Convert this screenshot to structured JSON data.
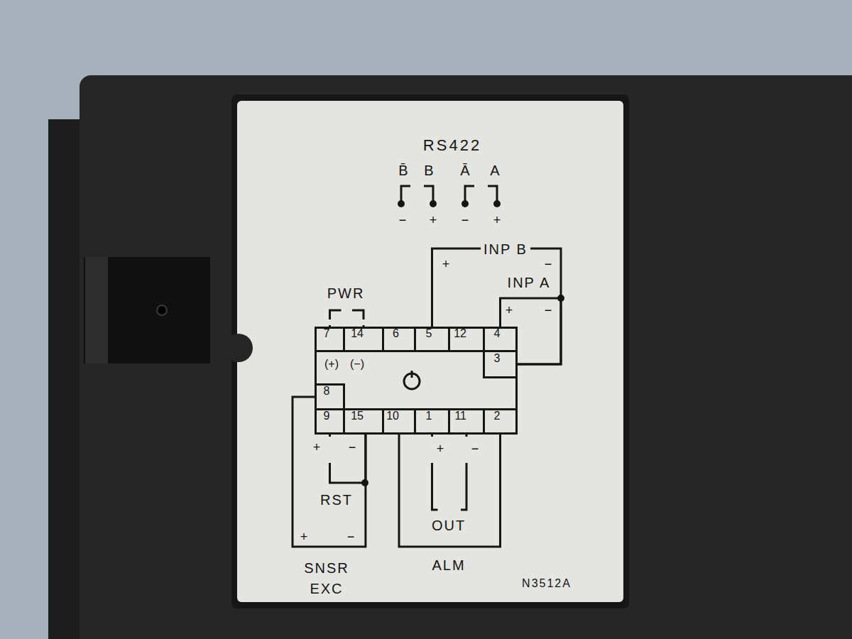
{
  "diagram": {
    "nodes": [
      {
        "text": [
          "(+)",
          "(−)"
        ]
      },
      {
        "text": [
          "7"
        ],
        "in": 0
      },
      {
        "text": [
          "14"
        ],
        "in": 0
      },
      {
        "text": [
          "6"
        ],
        "in": 0
      },
      {
        "text": [
          "5"
        ],
        "in": 0
      },
      {
        "text": [
          "12"
        ],
        "in": 0
      },
      {
        "text": [
          "4"
        ],
        "in": 0
      },
      {
        "text": [
          "3"
        ],
        "in": 0
      },
      {
        "text": [
          "8"
        ],
        "in": 0
      },
      {
        "text": [
          "9"
        ],
        "in": 0
      },
      {
        "text": [
          "15"
        ],
        "in": 0
      },
      {
        "text": [
          "10"
        ],
        "in": 0
      },
      {
        "text": [
          "1"
        ],
        "in": 0
      },
      {
        "text": [
          "11"
        ],
        "in": 0
      },
      {
        "text": [
          "2"
        ],
        "in": 0
      }
    ],
    "edges": [
      {
        "from": 1,
        "to": 2,
        "label": "PWR",
        "arrow": "none"
      },
      {
        "from": 4,
        "to": 7,
        "label": "INP B",
        "arrow": "none"
      },
      {
        "from": 6,
        "to": 7,
        "label": "INP A",
        "arrow": "none"
      },
      {
        "from": 9,
        "to": 10,
        "label": "RST",
        "arrow": "none"
      },
      {
        "from": 8,
        "to": 10,
        "label": "SNSR EXC",
        "arrow": "none"
      },
      {
        "from": 12,
        "to": 13,
        "label": "OUT",
        "arrow": "none"
      },
      {
        "from": 11,
        "to": 14,
        "label": "ALM",
        "arrow": "none"
      }
    ],
    "labels": [
      "RS422",
      "B̄",
      "B",
      "Ā",
      "A",
      "−",
      "+",
      "−",
      "+",
      "+",
      "−",
      "+",
      "−",
      "+",
      "−",
      "+",
      "−",
      "+",
      "−",
      "N3512A"
    ]
  }
}
